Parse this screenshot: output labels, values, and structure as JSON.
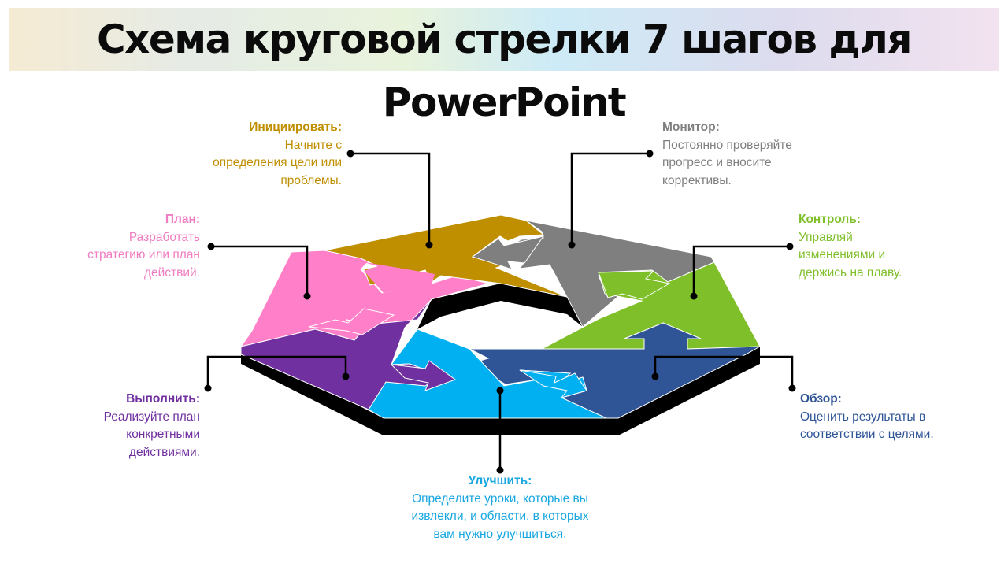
{
  "title": "Схема круговой стрелки 7 шагов для PowerPoint",
  "colors": {
    "initiate": "#bf8f00",
    "monitor": "#7f7f7f",
    "control": "#7fbf2a",
    "review": "#2f5597",
    "improve": "#00b0f0",
    "execute": "#7030a0",
    "plan": "#ff7fc8",
    "base": "#000000",
    "connector": "#000000"
  },
  "steps": [
    {
      "id": "initiate",
      "title": "Инициировать:",
      "text": "Начните с определения цели или проблемы.",
      "color": "#bf8f00"
    },
    {
      "id": "monitor",
      "title": "Монитор:",
      "text": "Постоянно проверяйте прогресс и вносите коррективы.",
      "color": "#7f7f7f"
    },
    {
      "id": "control",
      "title": "Контроль:",
      "text": "Управляй изменениями и держись на плаву.",
      "color": "#7fbf2a"
    },
    {
      "id": "review",
      "title": "Обзор:",
      "text": "Оценить результаты в соответствии с целями.",
      "color": "#2f5597"
    },
    {
      "id": "improve",
      "title": "Улучшить:",
      "text": "Определите уроки, которые вы извлекли, и области, в которых вам нужно улучшиться.",
      "color": "#00b0f0"
    },
    {
      "id": "execute",
      "title": "Выполнить:",
      "text": "Реализуйте план конкретными действиями.",
      "color": "#7030a0"
    },
    {
      "id": "plan",
      "title": "План:",
      "text": "Разработать стратегию или план действий.",
      "color": "#ff7fc8"
    }
  ],
  "labels": {
    "initiate": {
      "title": "Инициировать:",
      "lines": [
        "Начните с",
        "определения цели или",
        "проблемы."
      ]
    },
    "monitor": {
      "title": "Монитор:",
      "lines": [
        "Постоянно проверяйте",
        "прогресс и вносите",
        "коррективы."
      ]
    },
    "control": {
      "title": "Контроль:",
      "lines": [
        "Управляй",
        "изменениями и",
        "держись на плаву."
      ]
    },
    "review": {
      "title": "Обзор:",
      "lines": [
        "Оценить результаты в",
        "соответствии с целями."
      ]
    },
    "improve": {
      "title": "Улучшить:",
      "lines": [
        "Определите уроки, которые вы",
        "извлекли, и области, в которых",
        "вам нужно улучшиться."
      ]
    },
    "execute": {
      "title": "Выполнить:",
      "lines": [
        "Реализуйте план",
        "конкретными",
        "действиями."
      ]
    },
    "plan": {
      "title": "План:",
      "lines": [
        "Разработать",
        "стратегию или план",
        "действий."
      ]
    }
  }
}
